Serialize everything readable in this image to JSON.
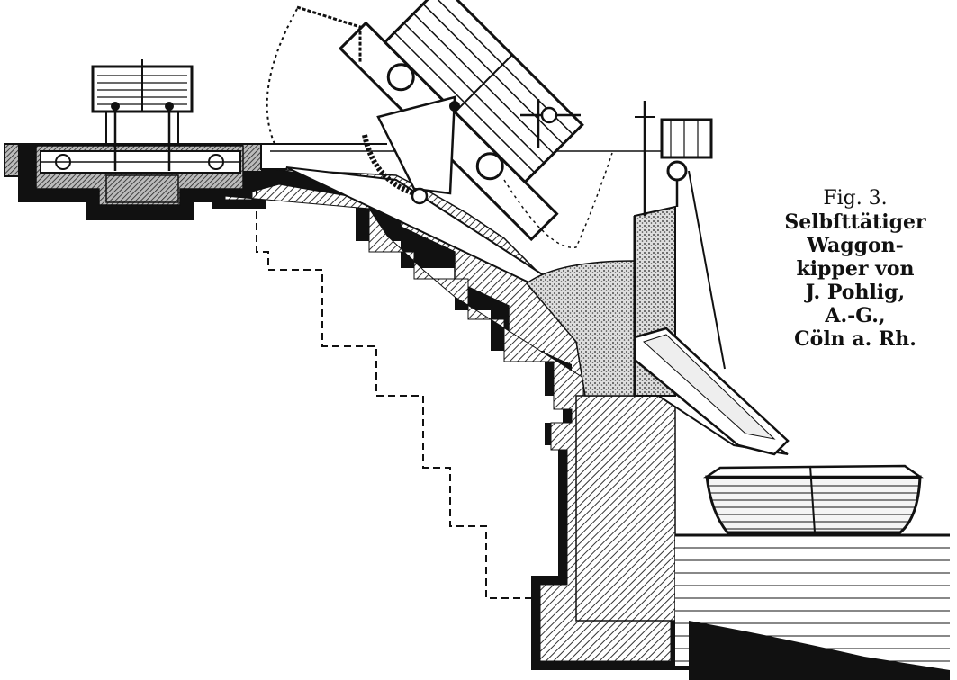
{
  "caption": {
    "figure": "Fig. 3.",
    "lines": [
      "Selbſttätiger",
      "Waggon-",
      "kipper von",
      "J. Pohlig,",
      "A.-G.,",
      "Cöln a. Rh."
    ]
  },
  "colors": {
    "ink": "#111111",
    "paper": "#ffffff",
    "masonry_hatch": "#555555",
    "stone": "#9a9a9a"
  }
}
